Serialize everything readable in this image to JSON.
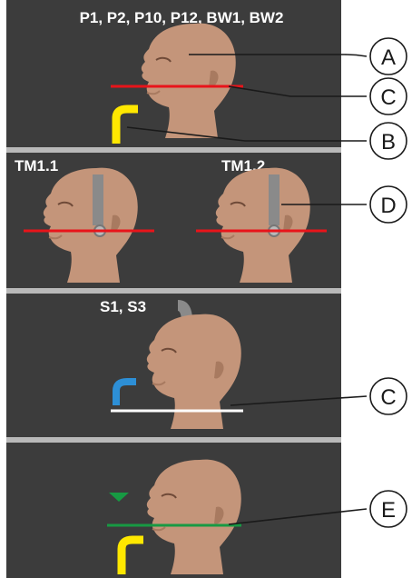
{
  "panels": [
    {
      "id": "p1",
      "labels": [
        "P1, P2, P10, P12, BW1, BW2"
      ]
    },
    {
      "id": "p2",
      "labels": [
        "TM1.1",
        "TM1.2"
      ]
    },
    {
      "id": "p3",
      "labels": [
        "S1, S3"
      ]
    },
    {
      "id": "p4",
      "labels": []
    }
  ],
  "callouts": [
    "A",
    "C",
    "B",
    "D",
    "C",
    "E"
  ],
  "colors": {
    "panel_bg": "#3c3c3c",
    "divider": "#b9b9b9",
    "skin": "#c4957a",
    "skin_shadow": "#a87a60",
    "laser_red": "#e8141a",
    "laser_green": "#179a43",
    "bite_yellow": "#ffe800",
    "bite_blue": "#2d8fd6",
    "support_gray": "#8a8a8a",
    "line_white": "#ffffff"
  }
}
